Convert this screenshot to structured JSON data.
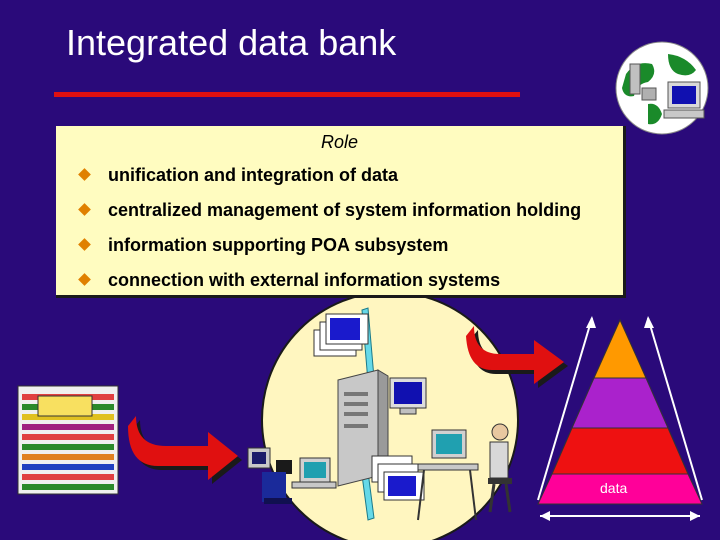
{
  "title": "Integrated data bank",
  "role": {
    "heading": "Role",
    "bullets": [
      "unification and integration of data",
      "centralized management of system information holding",
      "information supporting POA subsystem",
      "connection with external information systems"
    ]
  },
  "pyramid": {
    "base_label": "data"
  },
  "colors": {
    "background": "#2a0a7a",
    "title_rule": "#e01010",
    "role_box": "#fffcc0",
    "bullet": "#e08000",
    "arrow": "#e01010",
    "pyramid_levels": [
      "#ff9900",
      "#aa22cc",
      "#ee1111",
      "#ff0099"
    ]
  },
  "icons": [
    "globe-computer-icon",
    "document-stack-icon",
    "server-icon",
    "workstation-icon",
    "operator-icon",
    "red-arrow-icon",
    "pyramid-icon"
  ]
}
